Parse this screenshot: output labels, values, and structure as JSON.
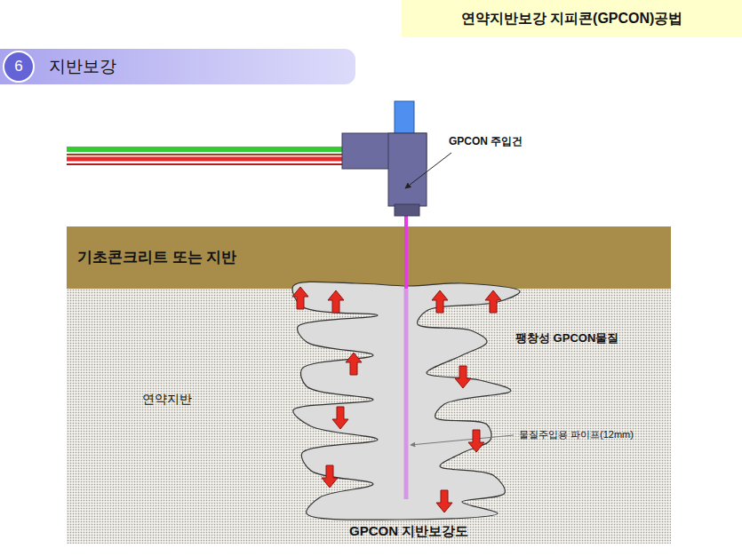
{
  "diagram": {
    "title": "연약지반보강 지피콘(GPCON)공법",
    "caption": "GPCON 지반보강도",
    "nodes": [
      {
        "text": [
          "지반보강"
        ]
      },
      {
        "text": [
          "6"
        ],
        "in": 0
      },
      {
        "text": [
          "기초콘크리트 또는 지반"
        ]
      },
      {
        "text": [
          "연약지반"
        ]
      }
    ],
    "labels": [
      "GPCON 주입건",
      "팽창성 GPCON물질",
      "물질주입용 파이프(12mm)"
    ]
  }
}
